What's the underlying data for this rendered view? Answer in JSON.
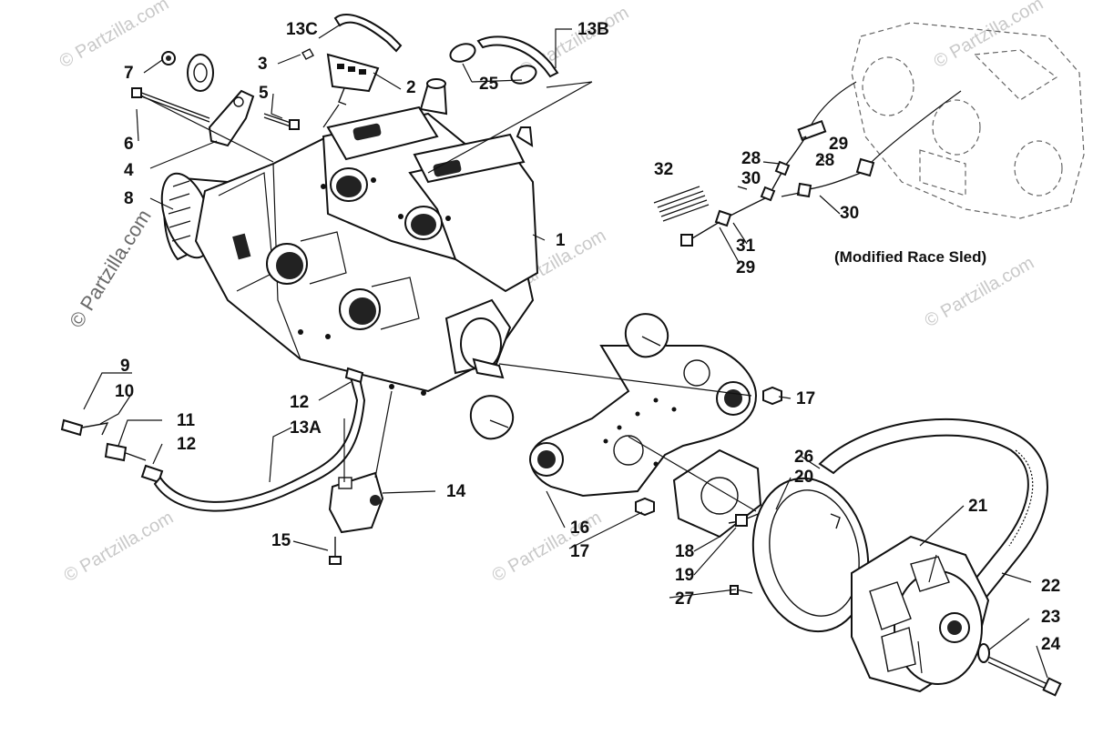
{
  "diagram": {
    "note": "(Modified Race Sled)",
    "watermark_text": "© Partzilla.com",
    "callouts": [
      {
        "id": "c1",
        "label": "1"
      },
      {
        "id": "c2",
        "label": "2"
      },
      {
        "id": "c3",
        "label": "3"
      },
      {
        "id": "c4",
        "label": "4"
      },
      {
        "id": "c5",
        "label": "5"
      },
      {
        "id": "c6",
        "label": "6"
      },
      {
        "id": "c7",
        "label": "7"
      },
      {
        "id": "c8",
        "label": "8"
      },
      {
        "id": "c9",
        "label": "9"
      },
      {
        "id": "c10",
        "label": "10"
      },
      {
        "id": "c11",
        "label": "11"
      },
      {
        "id": "c12a",
        "label": "12"
      },
      {
        "id": "c12b",
        "label": "12"
      },
      {
        "id": "c13a",
        "label": "13A"
      },
      {
        "id": "c13b",
        "label": "13B"
      },
      {
        "id": "c13c",
        "label": "13C"
      },
      {
        "id": "c14",
        "label": "14"
      },
      {
        "id": "c15",
        "label": "15"
      },
      {
        "id": "c16",
        "label": "16"
      },
      {
        "id": "c17a",
        "label": "17"
      },
      {
        "id": "c17b",
        "label": "17"
      },
      {
        "id": "c18",
        "label": "18"
      },
      {
        "id": "c19",
        "label": "19"
      },
      {
        "id": "c20",
        "label": "20"
      },
      {
        "id": "c21",
        "label": "21"
      },
      {
        "id": "c22",
        "label": "22"
      },
      {
        "id": "c23",
        "label": "23"
      },
      {
        "id": "c24",
        "label": "24"
      },
      {
        "id": "c25",
        "label": "25"
      },
      {
        "id": "c26",
        "label": "26"
      },
      {
        "id": "c27",
        "label": "27"
      },
      {
        "id": "c28a",
        "label": "28"
      },
      {
        "id": "c28b",
        "label": "28"
      },
      {
        "id": "c29a",
        "label": "29"
      },
      {
        "id": "c29b",
        "label": "29"
      },
      {
        "id": "c30a",
        "label": "30"
      },
      {
        "id": "c30b",
        "label": "30"
      },
      {
        "id": "c31",
        "label": "31"
      },
      {
        "id": "c32",
        "label": "32"
      }
    ]
  }
}
